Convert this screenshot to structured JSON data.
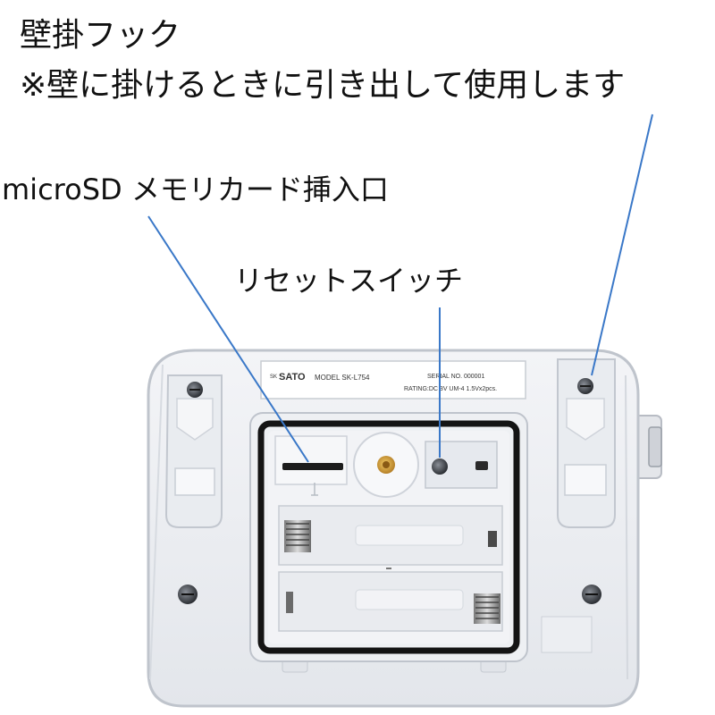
{
  "labels": {
    "wall_hook_title": "壁掛フック",
    "wall_hook_note": "※壁に掛けるときに引き出して使用します",
    "microsd_slot": "microSD メモリカード挿入口",
    "reset_switch": "リセットスイッチ"
  },
  "device_label": {
    "brand_prefix": "SK",
    "brand": "SATO",
    "model": "MODEL SK-L754",
    "serial": "SERIAL NO. 000001",
    "rating": "RATING:DC 3V UM-4 1.5Vx2pcs."
  },
  "colors": {
    "leader_line": "#3a78c8",
    "case_body": "#eef0f4",
    "case_edge": "#c9ced6",
    "gasket": "#1a1a1a",
    "screw_hole": "#d8a540"
  }
}
